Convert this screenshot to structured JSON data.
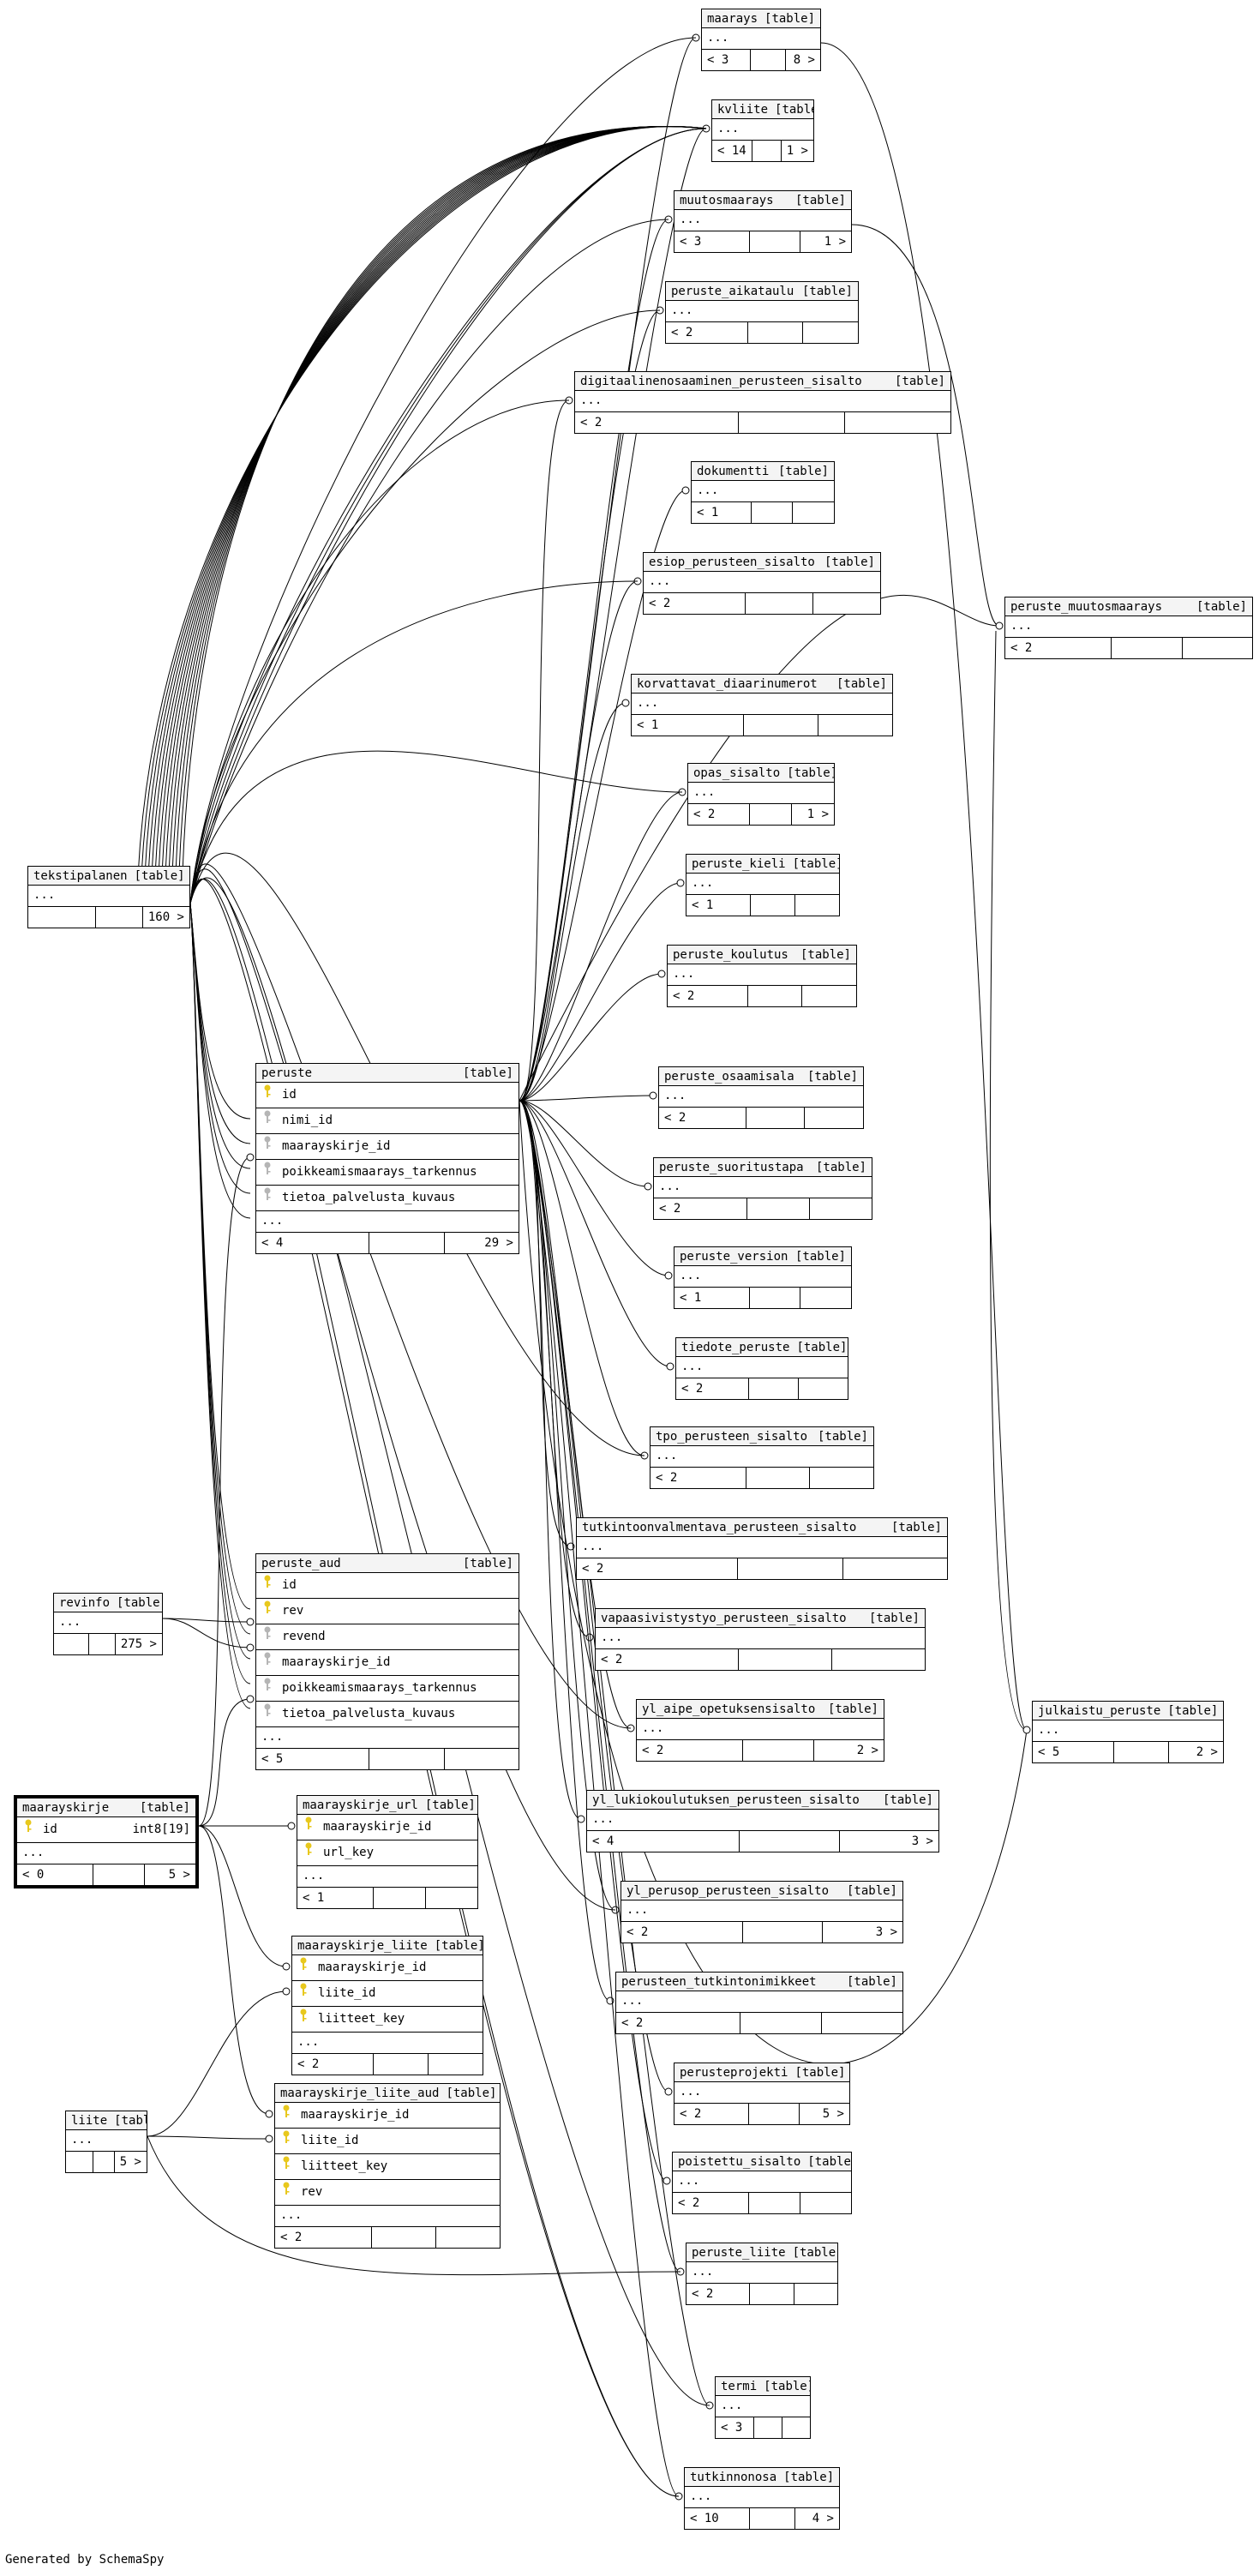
{
  "footer": "Generated by SchemaSpy",
  "tables": [
    {
      "id": "maarays",
      "name": "maarays",
      "tag": "[table]",
      "rows": [],
      "foot": [
        "< 3",
        "",
        "8 >"
      ]
    },
    {
      "id": "kvliite",
      "name": "kvliite",
      "tag": "[table]",
      "rows": [],
      "foot": [
        "< 14",
        "",
        "1 >"
      ]
    },
    {
      "id": "muutosmaarays",
      "name": "muutosmaarays",
      "tag": "[table]",
      "rows": [],
      "foot": [
        "< 3",
        "",
        "1 >"
      ]
    },
    {
      "id": "peruste_aikataulu",
      "name": "peruste_aikataulu",
      "tag": "[table]",
      "rows": [],
      "foot": [
        "< 2",
        "",
        ""
      ]
    },
    {
      "id": "digitaalinen",
      "name": "digitaalinenosaaminen_perusteen_sisalto",
      "tag": "[table]",
      "rows": [],
      "foot": [
        "< 2",
        "",
        ""
      ]
    },
    {
      "id": "dokumentti",
      "name": "dokumentti",
      "tag": "[table]",
      "rows": [],
      "foot": [
        "< 1",
        "",
        ""
      ]
    },
    {
      "id": "esiop",
      "name": "esiop_perusteen_sisalto",
      "tag": "[table]",
      "rows": [],
      "foot": [
        "< 2",
        "",
        ""
      ]
    },
    {
      "id": "peruste_muutosmaarays",
      "name": "peruste_muutosmaarays",
      "tag": "[table]",
      "rows": [],
      "foot": [
        "< 2",
        "",
        ""
      ]
    },
    {
      "id": "korvattavat",
      "name": "korvattavat_diaarinumerot",
      "tag": "[table]",
      "rows": [],
      "foot": [
        "< 1",
        "",
        ""
      ]
    },
    {
      "id": "opas_sisalto",
      "name": "opas_sisalto",
      "tag": "[table]",
      "rows": [],
      "foot": [
        "< 2",
        "",
        "1 >"
      ]
    },
    {
      "id": "peruste_kieli",
      "name": "peruste_kieli",
      "tag": "[table]",
      "rows": [],
      "foot": [
        "< 1",
        "",
        ""
      ]
    },
    {
      "id": "peruste_koulutus",
      "name": "peruste_koulutus",
      "tag": "[table]",
      "rows": [],
      "foot": [
        "< 2",
        "",
        ""
      ]
    },
    {
      "id": "tekstipalanen",
      "name": "tekstipalanen",
      "tag": "[table]",
      "rows": [],
      "foot": [
        "",
        "",
        "160 >"
      ]
    },
    {
      "id": "peruste",
      "name": "peruste",
      "tag": "[table]",
      "rows": [
        {
          "key": "pk",
          "label": "id",
          "right": ""
        },
        {
          "key": "fk",
          "label": "nimi_id",
          "right": ""
        },
        {
          "key": "fk",
          "label": "maarayskirje_id",
          "right": ""
        },
        {
          "key": "fk",
          "label": "poikkeamismaarays_tarkennus",
          "right": ""
        },
        {
          "key": "fk",
          "label": "tietoa_palvelusta_kuvaus",
          "right": ""
        }
      ],
      "foot": [
        "< 4",
        "",
        "29 >"
      ]
    },
    {
      "id": "peruste_osaamisala",
      "name": "peruste_osaamisala",
      "tag": "[table]",
      "rows": [],
      "foot": [
        "< 2",
        "",
        ""
      ]
    },
    {
      "id": "peruste_suoritustapa",
      "name": "peruste_suoritustapa",
      "tag": "[table]",
      "rows": [],
      "foot": [
        "< 2",
        "",
        ""
      ]
    },
    {
      "id": "peruste_version",
      "name": "peruste_version",
      "tag": "[table]",
      "rows": [],
      "foot": [
        "< 1",
        "",
        ""
      ]
    },
    {
      "id": "tiedote_peruste",
      "name": "tiedote_peruste",
      "tag": "[table]",
      "rows": [],
      "foot": [
        "< 2",
        "",
        ""
      ]
    },
    {
      "id": "tpo",
      "name": "tpo_perusteen_sisalto",
      "tag": "[table]",
      "rows": [],
      "foot": [
        "< 2",
        "",
        ""
      ]
    },
    {
      "id": "tutkintoonvalmentava",
      "name": "tutkintoonvalmentava_perusteen_sisalto",
      "tag": "[table]",
      "rows": [],
      "foot": [
        "< 2",
        "",
        ""
      ]
    },
    {
      "id": "peruste_aud",
      "name": "peruste_aud",
      "tag": "[table]",
      "rows": [
        {
          "key": "pk",
          "label": "id",
          "right": ""
        },
        {
          "key": "pk",
          "label": "rev",
          "right": ""
        },
        {
          "key": "fk",
          "label": "revend",
          "right": ""
        },
        {
          "key": "fk",
          "label": "maarayskirje_id",
          "right": ""
        },
        {
          "key": "fk",
          "label": "poikkeamismaarays_tarkennus",
          "right": ""
        },
        {
          "key": "fk",
          "label": "tietoa_palvelusta_kuvaus",
          "right": ""
        }
      ],
      "foot": [
        "< 5",
        "",
        ""
      ]
    },
    {
      "id": "revinfo",
      "name": "revinfo",
      "tag": "[table]",
      "rows": [],
      "foot": [
        "",
        "",
        "275 >"
      ]
    },
    {
      "id": "vapaasivistystyo",
      "name": "vapaasivistystyo_perusteen_sisalto",
      "tag": "[table]",
      "rows": [],
      "foot": [
        "< 2",
        "",
        ""
      ]
    },
    {
      "id": "yl_aipe",
      "name": "yl_aipe_opetuksensisalto",
      "tag": "[table]",
      "rows": [],
      "foot": [
        "< 2",
        "",
        "2 >"
      ]
    },
    {
      "id": "julkaistu_peruste",
      "name": "julkaistu_peruste",
      "tag": "[table]",
      "rows": [],
      "foot": [
        "< 5",
        "",
        "2 >"
      ]
    },
    {
      "id": "maarayskirje",
      "name": "maarayskirje",
      "tag": "[table]",
      "rows": [
        {
          "key": "pk",
          "label": "id",
          "right": "int8[19]"
        }
      ],
      "foot": [
        "< 0",
        "",
        "5 >"
      ]
    },
    {
      "id": "maarayskirje_url",
      "name": "maarayskirje_url",
      "tag": "[table]",
      "rows": [
        {
          "key": "pk",
          "label": "maarayskirje_id",
          "right": ""
        },
        {
          "key": "pk",
          "label": "url_key",
          "right": ""
        }
      ],
      "foot": [
        "< 1",
        "",
        ""
      ]
    },
    {
      "id": "yl_lukio",
      "name": "yl_lukiokoulutuksen_perusteen_sisalto",
      "tag": "[table]",
      "rows": [],
      "foot": [
        "< 4",
        "",
        "3 >"
      ]
    },
    {
      "id": "yl_perusop",
      "name": "yl_perusop_perusteen_sisalto",
      "tag": "[table]",
      "rows": [],
      "foot": [
        "< 2",
        "",
        "3 >"
      ]
    },
    {
      "id": "maarayskirje_liite",
      "name": "maarayskirje_liite",
      "tag": "[table]",
      "rows": [
        {
          "key": "pk",
          "label": "maarayskirje_id",
          "right": ""
        },
        {
          "key": "pk",
          "label": "liite_id",
          "right": ""
        },
        {
          "key": "pk",
          "label": "liitteet_key",
          "right": ""
        }
      ],
      "foot": [
        "< 2",
        "",
        ""
      ]
    },
    {
      "id": "perusteen_tutkintonimikkeet",
      "name": "perusteen_tutkintonimikkeet",
      "tag": "[table]",
      "rows": [],
      "foot": [
        "< 2",
        "",
        ""
      ]
    },
    {
      "id": "perusteprojekti",
      "name": "perusteprojekti",
      "tag": "[table]",
      "rows": [],
      "foot": [
        "< 2",
        "",
        "5 >"
      ]
    },
    {
      "id": "maarayskirje_liite_aud",
      "name": "maarayskirje_liite_aud",
      "tag": "[table]",
      "rows": [
        {
          "key": "pk",
          "label": "maarayskirje_id",
          "right": ""
        },
        {
          "key": "pk",
          "label": "liite_id",
          "right": ""
        },
        {
          "key": "pk",
          "label": "liitteet_key",
          "right": ""
        },
        {
          "key": "pk",
          "label": "rev",
          "right": ""
        }
      ],
      "foot": [
        "< 2",
        "",
        ""
      ]
    },
    {
      "id": "liite",
      "name": "liite",
      "tag": "[table]",
      "rows": [],
      "foot": [
        "",
        "",
        "5 >"
      ]
    },
    {
      "id": "poistettu_sisalto",
      "name": "poistettu_sisalto",
      "tag": "[table]",
      "rows": [],
      "foot": [
        "< 2",
        "",
        ""
      ]
    },
    {
      "id": "peruste_liite",
      "name": "peruste_liite",
      "tag": "[table]",
      "rows": [],
      "foot": [
        "< 2",
        "",
        ""
      ]
    },
    {
      "id": "termi",
      "name": "termi",
      "tag": "[table]",
      "rows": [],
      "foot": [
        "< 3",
        "",
        ""
      ]
    },
    {
      "id": "tutkinnonosa",
      "name": "tutkinnonosa",
      "tag": "[table]",
      "rows": [],
      "foot": [
        "< 10",
        "",
        "4 >"
      ]
    }
  ],
  "dots": "..."
}
